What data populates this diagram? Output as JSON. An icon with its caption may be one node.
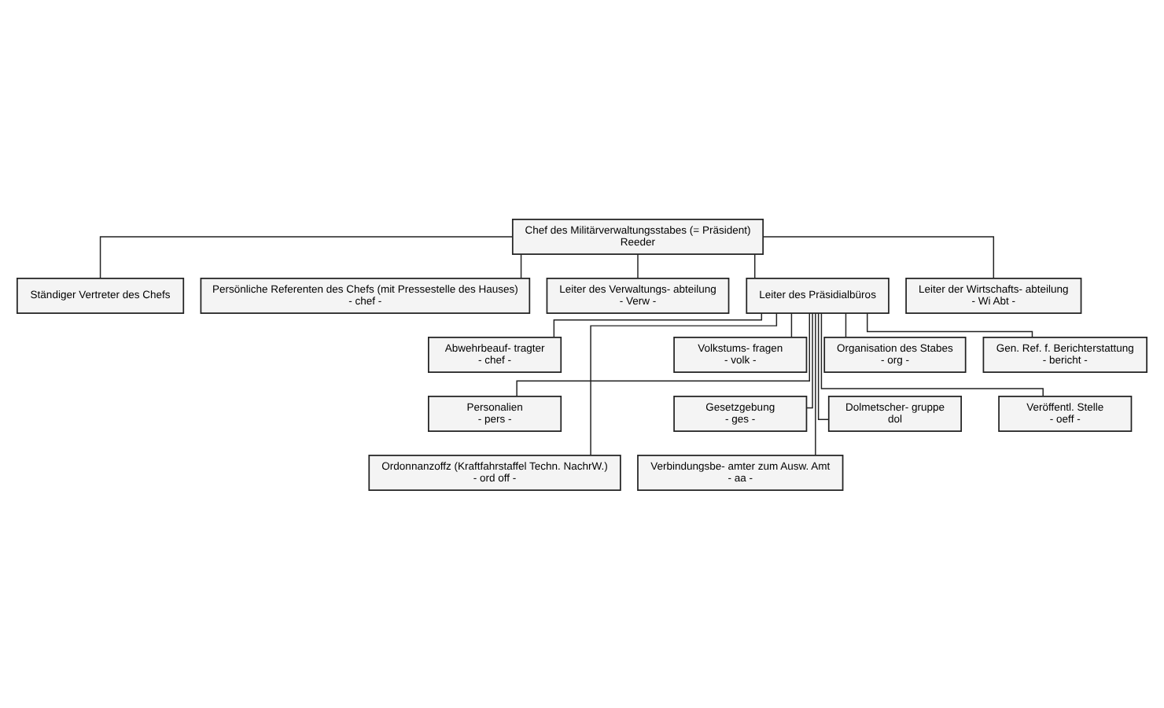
{
  "diagram": {
    "nodes": [
      {
        "text": [
          "Chef des Militärverwaltungsstabes (= Präsident)",
          "Reeder"
        ]
      },
      {
        "text": [
          "Ständiger Vertreter des Chefs"
        ]
      },
      {
        "text": [
          "Persönliche Referenten des Chefs (mit Pressestelle des Hauses)",
          "- chef -"
        ]
      },
      {
        "text": [
          "Leiter des Verwaltungs- abteilung",
          "- Verw -"
        ]
      },
      {
        "text": [
          "Leiter des Präsidialbüros"
        ]
      },
      {
        "text": [
          "Leiter der Wirtschafts- abteilung",
          "- Wi Abt -"
        ]
      },
      {
        "text": [
          "Abwehrbeauf- tragter",
          "- chef -"
        ]
      },
      {
        "text": [
          "Volkstums- fragen",
          "- volk -"
        ]
      },
      {
        "text": [
          "Organisation des Stabes",
          "- org -"
        ]
      },
      {
        "text": [
          "Gen. Ref. f. Berichterstattung",
          "- bericht -"
        ]
      },
      {
        "text": [
          "Personalien",
          "- pers -"
        ]
      },
      {
        "text": [
          "Gesetzgebung",
          "- ges -"
        ]
      },
      {
        "text": [
          "Dolmetscher- gruppe",
          "dol"
        ]
      },
      {
        "text": [
          "Veröffentl. Stelle",
          "- oeff -"
        ]
      },
      {
        "text": [
          "Ordonnanzoffz (Kraftfahrstaffel Techn. NachrW.)",
          "- ord off -"
        ]
      },
      {
        "text": [
          "Verbindungsbe- amter zum Ausw. Amt",
          "- aa -"
        ]
      }
    ],
    "edges": [
      {
        "from": 0,
        "to": 1,
        "arrow": "none"
      },
      {
        "from": 0,
        "to": 2,
        "arrow": "none"
      },
      {
        "from": 0,
        "to": 3,
        "arrow": "none"
      },
      {
        "from": 0,
        "to": 4,
        "arrow": "none"
      },
      {
        "from": 0,
        "to": 5,
        "arrow": "none"
      },
      {
        "from": 4,
        "to": 6,
        "arrow": "none"
      },
      {
        "from": 4,
        "to": 7,
        "arrow": "none"
      },
      {
        "from": 4,
        "to": 8,
        "arrow": "none"
      },
      {
        "from": 4,
        "to": 9,
        "arrow": "none"
      },
      {
        "from": 4,
        "to": 10,
        "arrow": "none"
      },
      {
        "from": 4,
        "to": 11,
        "arrow": "none"
      },
      {
        "from": 4,
        "to": 12,
        "arrow": "none"
      },
      {
        "from": 4,
        "to": 13,
        "arrow": "none"
      },
      {
        "from": 4,
        "to": 14,
        "arrow": "none"
      },
      {
        "from": 4,
        "to": 15,
        "arrow": "none"
      }
    ]
  }
}
